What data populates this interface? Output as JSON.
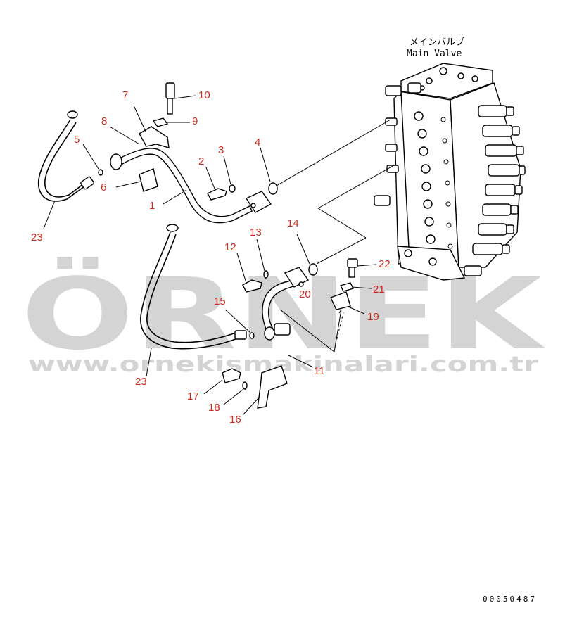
{
  "valve_label": {
    "jp": "メインバルブ",
    "en": "Main Valve"
  },
  "callouts": [
    {
      "id": "c1",
      "text": "1"
    },
    {
      "id": "c2",
      "text": "2"
    },
    {
      "id": "c3",
      "text": "3"
    },
    {
      "id": "c4",
      "text": "4"
    },
    {
      "id": "c5",
      "text": "5"
    },
    {
      "id": "c6",
      "text": "6"
    },
    {
      "id": "c7",
      "text": "7"
    },
    {
      "id": "c8",
      "text": "8"
    },
    {
      "id": "c9",
      "text": "9"
    },
    {
      "id": "c10",
      "text": "10"
    },
    {
      "id": "c11",
      "text": "11"
    },
    {
      "id": "c12",
      "text": "12"
    },
    {
      "id": "c13",
      "text": "13"
    },
    {
      "id": "c14",
      "text": "14"
    },
    {
      "id": "c15",
      "text": "15"
    },
    {
      "id": "c16",
      "text": "16"
    },
    {
      "id": "c17",
      "text": "17"
    },
    {
      "id": "c18",
      "text": "18"
    },
    {
      "id": "c19",
      "text": "19"
    },
    {
      "id": "c20",
      "text": "20"
    },
    {
      "id": "c21",
      "text": "21"
    },
    {
      "id": "c22",
      "text": "22"
    },
    {
      "id": "c23a",
      "text": "23"
    },
    {
      "id": "c23b",
      "text": "23"
    }
  ],
  "watermark": {
    "brand": "ÖRNEK",
    "url": "www.ornekismakinalari.com.tr",
    "accent_color": "#f3dc8a"
  },
  "document_number": "00050487",
  "colors": {
    "callout": "#cc2a1e",
    "line": "#000000",
    "watermark": "#d0d0d0"
  }
}
